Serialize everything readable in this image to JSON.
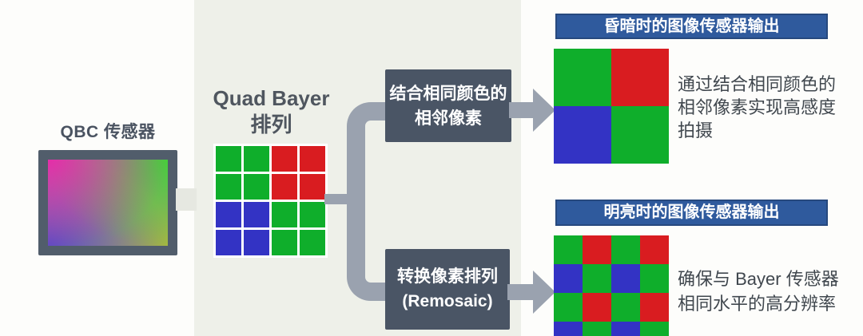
{
  "colors": {
    "panel_bg": "#eef0e9",
    "connector_slate": "#9aa2af",
    "dark_box": "#4a5565",
    "header_blue": "#2f5a9d",
    "sensor_frame": "#515d6b",
    "text_dark": "#40474e",
    "pixel_map": {
      "G": "#0fae2b",
      "R": "#d91c20",
      "B": "#3333c4"
    }
  },
  "left": {
    "title": "QBC 传感器",
    "sensor_image": "color-gradient-sensor-preview"
  },
  "center": {
    "title_line1": "Quad Bayer",
    "title_line2": "排列",
    "quad_grid_rows": [
      [
        "G",
        "G",
        "R",
        "R"
      ],
      [
        "G",
        "G",
        "R",
        "R"
      ],
      [
        "B",
        "B",
        "G",
        "G"
      ],
      [
        "B",
        "B",
        "G",
        "G"
      ]
    ]
  },
  "branches": {
    "top_box_line1": "结合相同颜色的",
    "top_box_line2": "相邻像素",
    "bottom_box_line1": "转换像素排列",
    "bottom_box_line2": "(Remosaic)"
  },
  "outputs": {
    "top": {
      "header": "昏暗时的图像传感器输出",
      "grid_rows": [
        [
          "G",
          "R"
        ],
        [
          "B",
          "G"
        ]
      ],
      "description_lines": [
        "通过结合相同颜色的",
        "相邻像素实现高感度",
        "拍摄"
      ]
    },
    "bottom": {
      "header": "明亮时的图像传感器输出",
      "grid_rows": [
        [
          "G",
          "R",
          "G",
          "R"
        ],
        [
          "B",
          "G",
          "B",
          "G"
        ],
        [
          "G",
          "R",
          "G",
          "R"
        ],
        [
          "B",
          "G",
          "B",
          "G"
        ]
      ],
      "description_lines": [
        "确保与 Bayer 传感器",
        "相同水平的高分辨率"
      ]
    }
  }
}
